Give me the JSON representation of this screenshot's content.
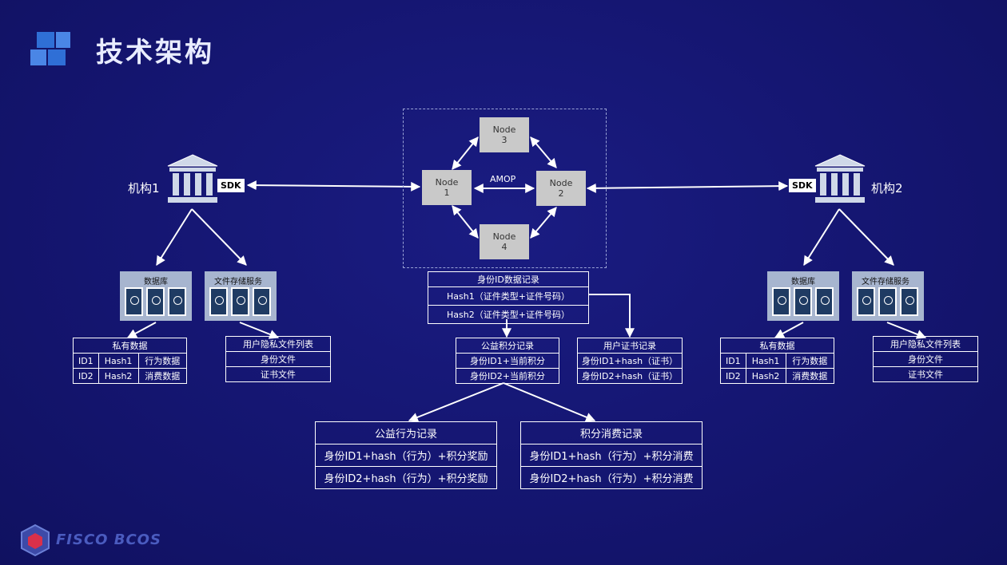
{
  "title": "技术架构",
  "brand": "FISCO BCOS",
  "colors": {
    "background": "#13146e",
    "accent": "#2f6fd6",
    "node": "#c9c9c9",
    "storage": "#a7b5cf"
  },
  "institutions": [
    {
      "label": "机构1",
      "sdk": "SDK",
      "storage": [
        {
          "caption": "数据库"
        },
        {
          "caption": "文件存储服务"
        }
      ]
    },
    {
      "label": "机构2",
      "sdk": "SDK",
      "storage": [
        {
          "caption": "数据库"
        },
        {
          "caption": "文件存储服务"
        }
      ]
    }
  ],
  "nodes": [
    {
      "line1": "Node",
      "line2": "3"
    },
    {
      "line1": "Node",
      "line2": "1"
    },
    {
      "line1": "Node",
      "line2": "2"
    },
    {
      "line1": "Node",
      "line2": "4"
    }
  ],
  "amop": "AMOP",
  "private_data": {
    "header": "私有数据",
    "rows": [
      [
        "ID1",
        "Hash1",
        "行为数据"
      ],
      [
        "ID2",
        "Hash2",
        "消费数据"
      ]
    ]
  },
  "user_files": {
    "header": "用户隐私文件列表",
    "rows": [
      "身份文件",
      "证书文件"
    ]
  },
  "identity_record": {
    "header": "身份ID数据记录",
    "rows": [
      "Hash1（证件类型+证件号码）",
      "Hash2（证件类型+证件号码）"
    ]
  },
  "points_record": {
    "header": "公益积分记录",
    "rows": [
      "身份ID1+当前积分",
      "身份ID2+当前积分"
    ]
  },
  "cert_record": {
    "header": "用户证书记录",
    "rows": [
      "身份ID1+hash（证书）",
      "身份ID2+hash（证书）"
    ]
  },
  "behavior_record": {
    "header": "公益行为记录",
    "rows": [
      "身份ID1+hash（行为）+积分奖励",
      "身份ID2+hash（行为）+积分奖励"
    ]
  },
  "consume_record": {
    "header": "积分消费记录",
    "rows": [
      "身份ID1+hash（行为）+积分消费",
      "身份ID2+hash（行为）+积分消费"
    ]
  }
}
